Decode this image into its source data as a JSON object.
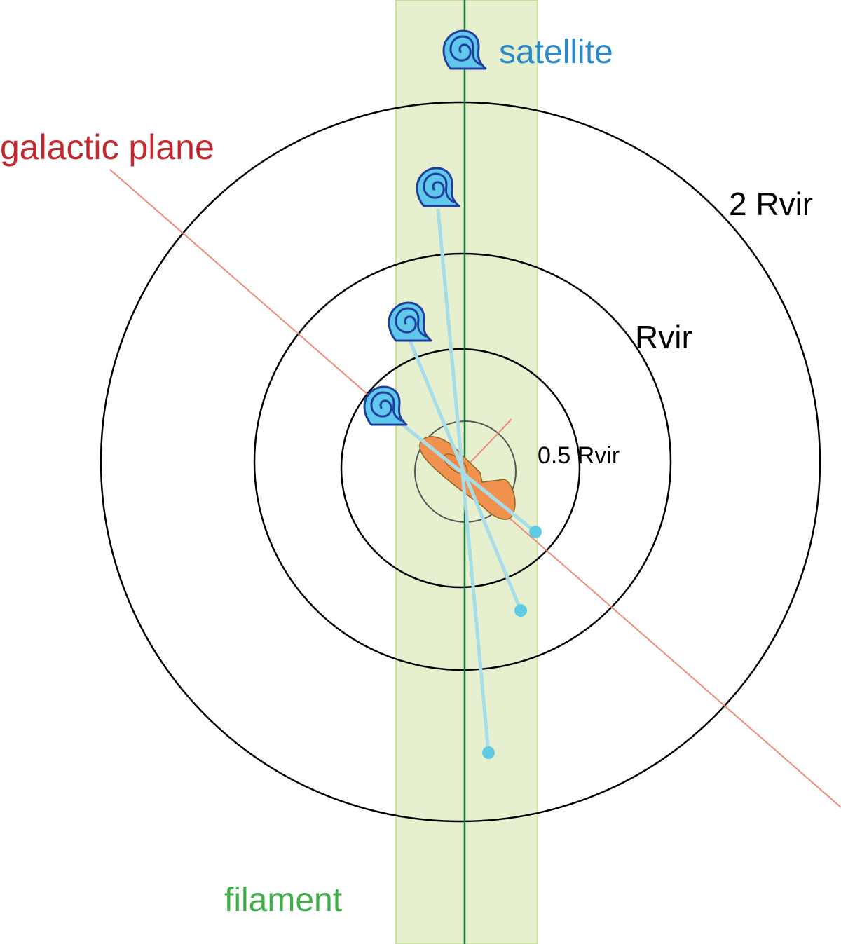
{
  "labels": {
    "galactic_plane": "galactic plane",
    "satellite": "satellite",
    "filament": "filament",
    "two_rvir": "2 Rvir",
    "rvir": "Rvir",
    "half_rvir": "0.5 Rvir"
  },
  "colors": {
    "galactic_plane": "#c1272d",
    "galactic_plane_line": "#f08a7a",
    "satellite": "#2a8ac8",
    "filament": "#3fae49",
    "filament_band": "#e6f0cf",
    "filament_band_edge": "#c7dd98",
    "filament_axis": "#117a2e",
    "rings": "#000000",
    "inner_ring": "#555555",
    "orbits": "#a6dde8",
    "orbit_end": "#5ecbe2",
    "satellite_fill": "#5fc8ec",
    "satellite_outline": "#1f3f9a",
    "central_galaxy": "#f0914e"
  },
  "icons": {
    "satellite": "spiral-galaxy-icon",
    "central_galaxy": "disk-galaxy-icon",
    "orbit_end": "dot-icon"
  }
}
